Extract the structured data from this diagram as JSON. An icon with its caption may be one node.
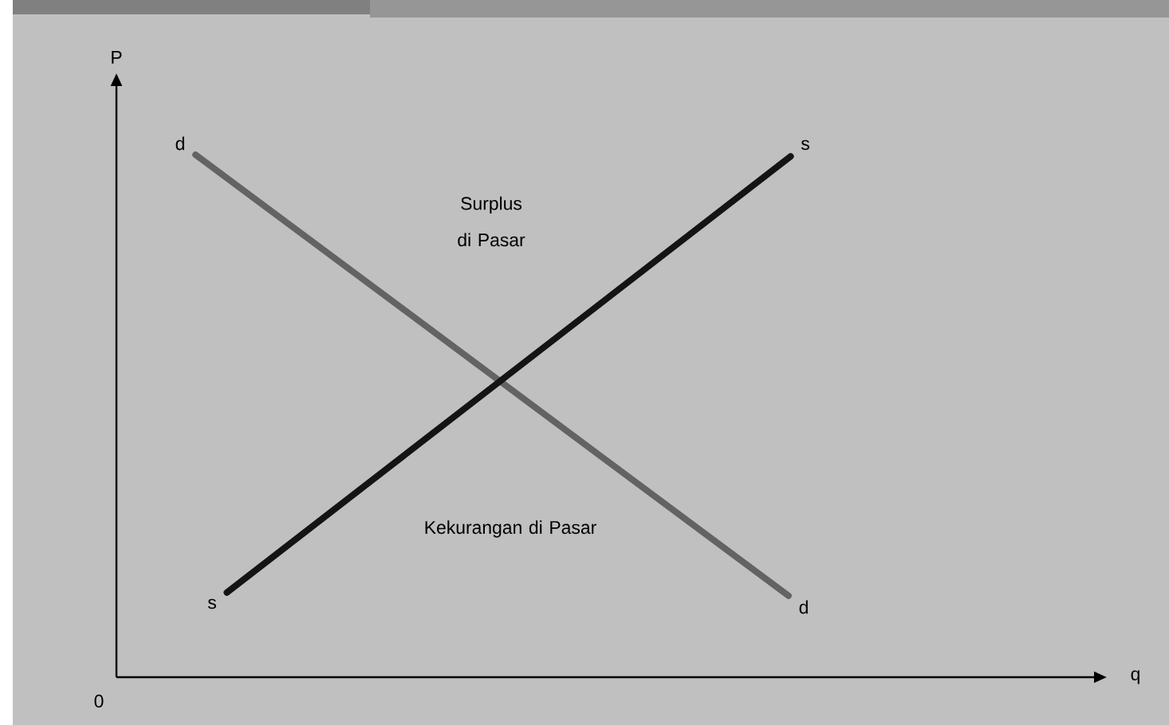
{
  "diagram": {
    "nodes": [
      {
        "text": [
          "d"
        ]
      },
      {
        "text": [
          "s"
        ]
      },
      {
        "text": [
          "s"
        ]
      },
      {
        "text": [
          "d"
        ]
      }
    ],
    "edges": [
      {
        "from": 0,
        "to": 3,
        "arrow": "none",
        "color": "#636363"
      },
      {
        "from": 2,
        "to": 1,
        "arrow": "none"
      }
    ],
    "labels": [
      "P",
      "Surplus di Pasar",
      "Kekurangan di Pasar",
      "0",
      "q"
    ]
  }
}
